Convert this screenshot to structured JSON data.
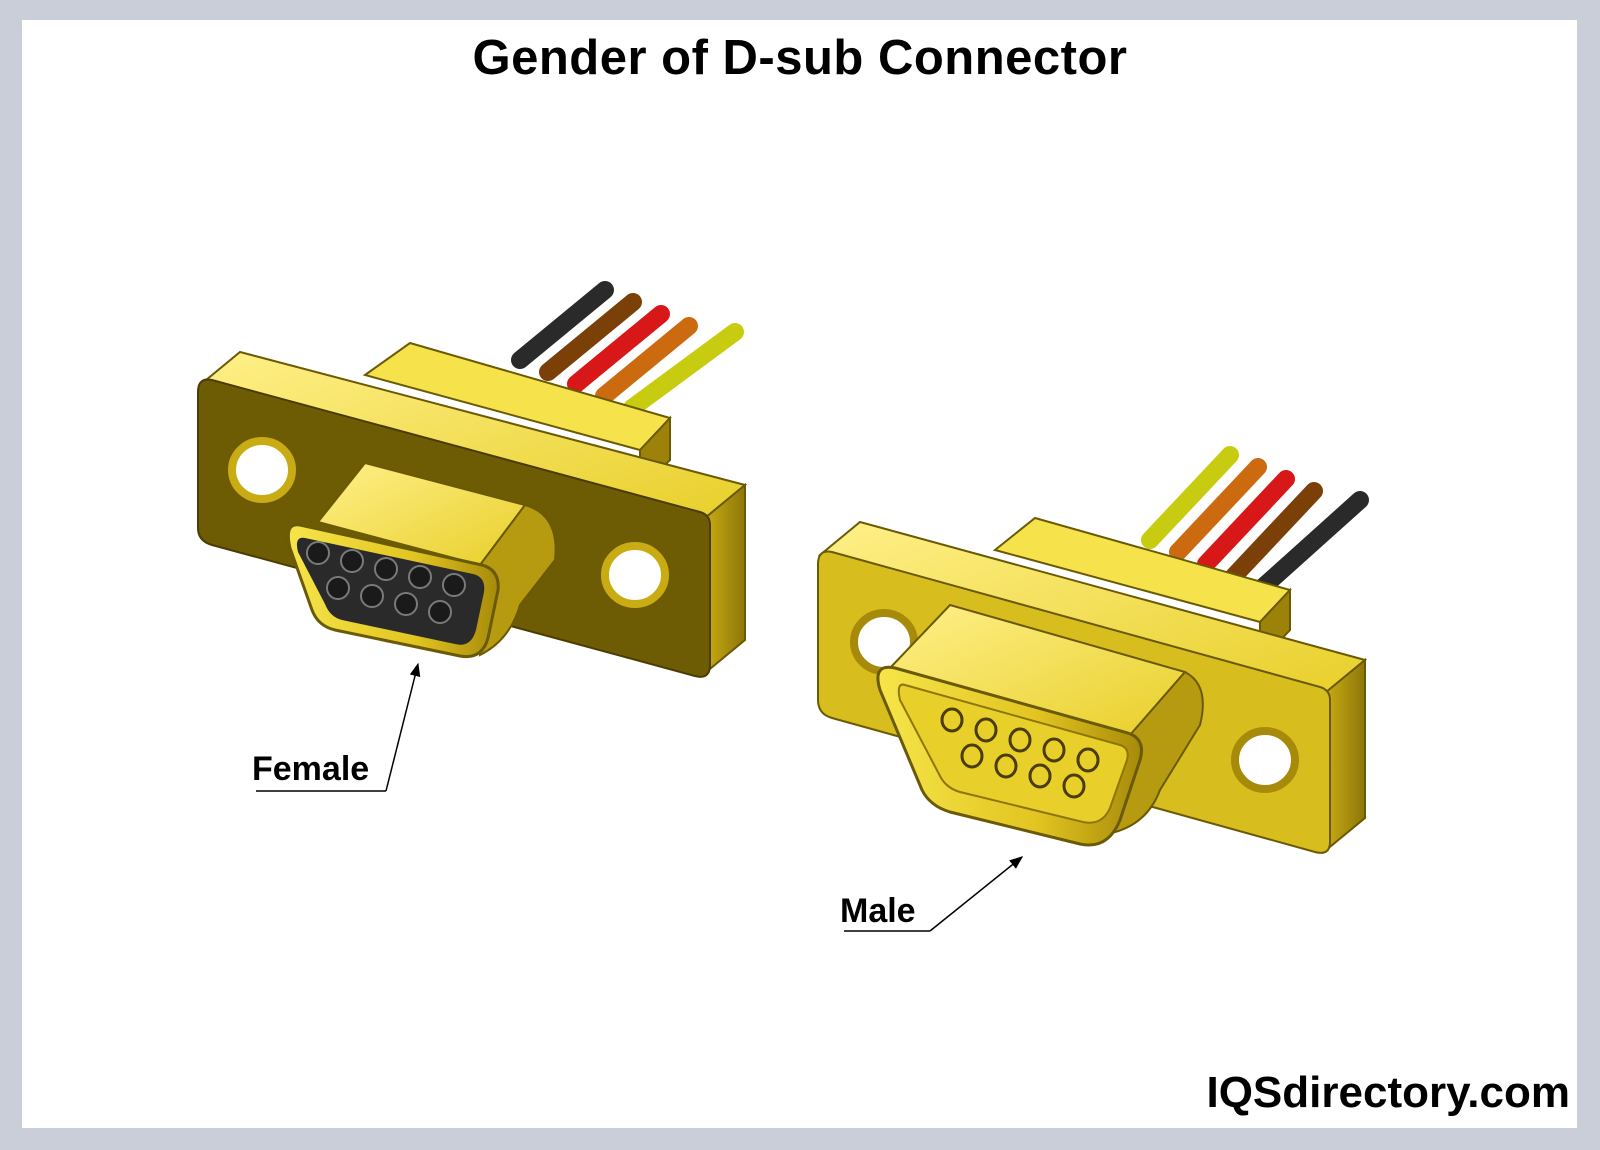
{
  "title": "Gender of D-sub Connector",
  "labels": {
    "female": "Female",
    "male": "Male"
  },
  "watermark": "IQSdirectory.com",
  "colors": {
    "body_light": "#f0dc3c",
    "body_mid": "#d4b818",
    "body_dark": "#6a5a05",
    "insulator": "#2a2a2a",
    "wires": [
      "#2a2a2a",
      "#7a4008",
      "#d81818",
      "#cc6a10",
      "#c8cc10"
    ]
  }
}
